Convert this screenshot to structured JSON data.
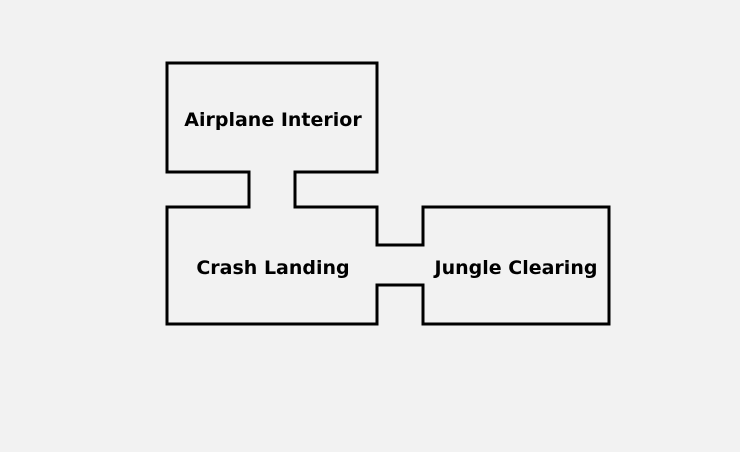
{
  "diagram": {
    "title": "Room map",
    "background": "#f2f2f2",
    "stroke_color": "#000000",
    "rooms": [
      {
        "id": "airplane-interior",
        "label": "Airplane Interior"
      },
      {
        "id": "crash-landing",
        "label": "Crash Landing"
      },
      {
        "id": "jungle-clearing",
        "label": "Jungle Clearing"
      }
    ],
    "connections": [
      {
        "from": "Airplane Interior",
        "to": "Crash Landing"
      },
      {
        "from": "Crash Landing",
        "to": "Jungle Clearing"
      }
    ]
  }
}
